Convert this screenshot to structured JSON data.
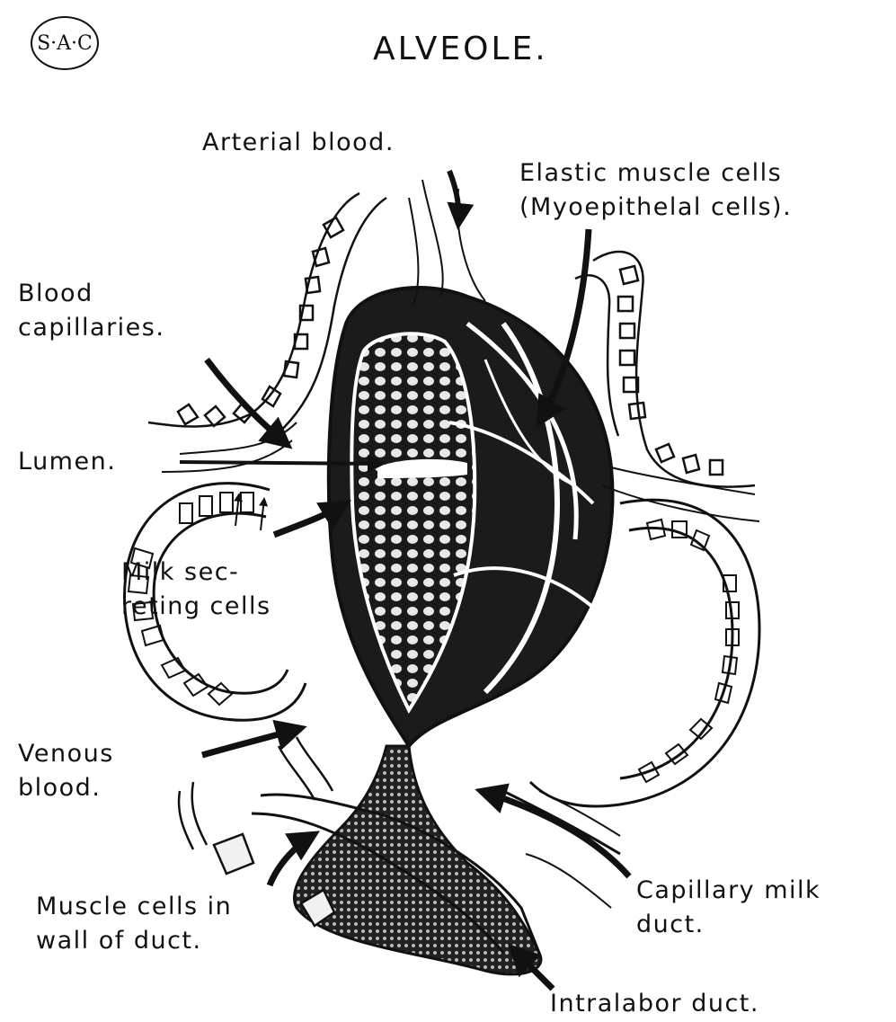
{
  "logo": {
    "text": "S·A·C"
  },
  "title": "ALVEOLE.",
  "labels": {
    "arterial": "Arterial blood.",
    "elastic_1": "Elastic muscle cells",
    "elastic_2": "(Myoepithelal cells).",
    "capillaries_1": "Blood",
    "capillaries_2": "capillaries.",
    "lumen": "Lumen.",
    "milk_1": "Milk sec-",
    "milk_2": "reting cells",
    "venous_1": "Venous",
    "venous_2": "blood.",
    "muscle_1": "Muscle cells in",
    "muscle_2": "wall of duct.",
    "capillary_milk_1": "Capillary milk",
    "capillary_milk_2": "duct.",
    "intralabor": "Intralabor duct."
  }
}
